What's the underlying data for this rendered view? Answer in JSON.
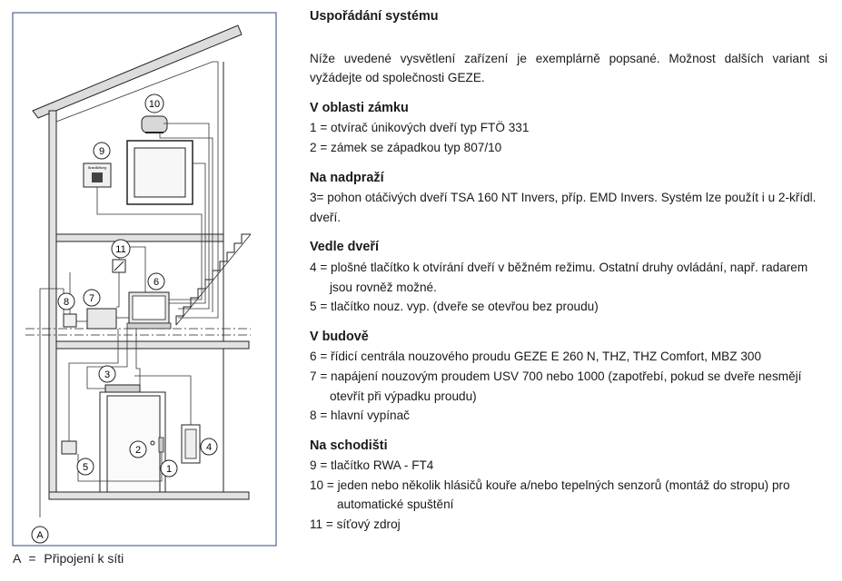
{
  "heading": "Uspořádání systému",
  "intro": "Níže uvedené vysvětlení zařízení je exemplárně popsané. Možnost dalších variant si vyžádejte od společnosti GEZE.",
  "sections": [
    {
      "title": "V oblasti zámku",
      "items": [
        "1 = otvírač únikových dveří typ FTÖ 331",
        "2 = zámek se západkou typ 807/10"
      ]
    },
    {
      "title": "Na nadpraží",
      "items": [
        "3= pohon otáčivých dveří TSA 160 NT Invers, příp. EMD Invers. Systém lze použít i u 2-křídl. dveří."
      ]
    },
    {
      "title": "Vedle dveří",
      "items": [
        "4 = plošné tlačítko k otvírání dveří v běžném režimu. Ostatní druhy ovládání, např. radarem jsou rovněž možné.",
        "5 = tlačítko nouz. vyp. (dveře se otevřou bez proudu)"
      ]
    },
    {
      "title": "V budově",
      "items": [
        "6 = řídicí centrála nouzového proudu GEZE E 260 N, THZ, THZ Comfort, MBZ 300",
        "7 = napájení nouzovým proudem USV 700 nebo 1000 (zapotřebí, pokud se dveře nesmějí otevřít při výpadku proudu)",
        "8 = hlavní vypínač"
      ]
    },
    {
      "title": "Na schodišti",
      "items": [
        "9 = tlačítko RWA - FT4",
        "10 = jeden nebo několik hlásičů kouře a/nebo tepelných senzorů (montáž do stropu) pro automatické spuštění",
        "11 = síťový zdroj"
      ]
    }
  ],
  "legend": {
    "letter": "A",
    "equals": "=",
    "text": "Připojení k síti"
  },
  "diagram": {
    "callouts": [
      "1",
      "2",
      "3",
      "4",
      "5",
      "6",
      "7",
      "8",
      "9",
      "10",
      "11",
      "A"
    ],
    "rwa_button_label": "Brandlüftung"
  }
}
